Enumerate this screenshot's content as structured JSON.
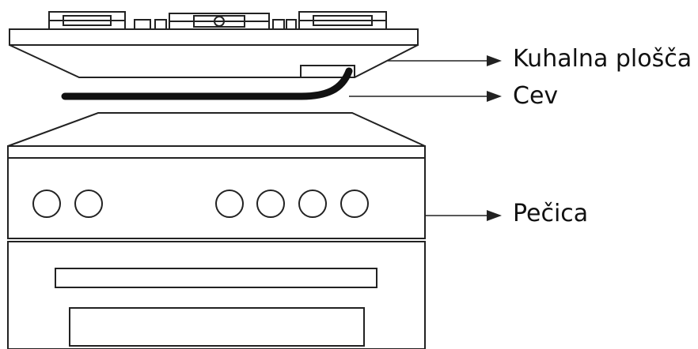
{
  "labels": {
    "hob": "Kuhalna plošča",
    "hose": "Cev",
    "oven": "Pečica"
  },
  "colors": {
    "line": "#222222",
    "hose": "#111111",
    "background": "#ffffff"
  },
  "oven": {
    "knob_count_left": 2,
    "knob_count_right": 4
  }
}
